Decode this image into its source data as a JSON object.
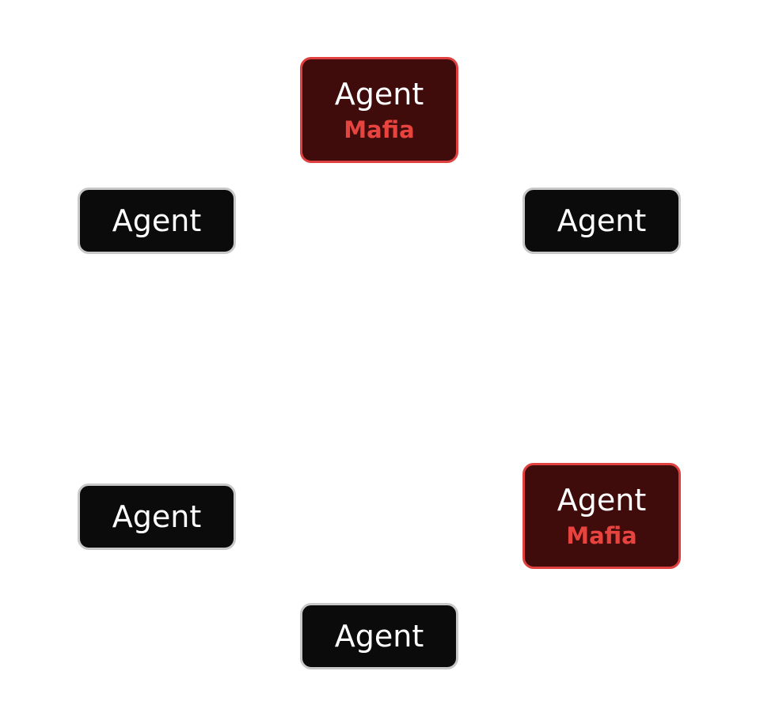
{
  "diagram": {
    "nodes": [
      {
        "id": "top",
        "label": "Agent",
        "role": "Mafia"
      },
      {
        "id": "upper-left",
        "label": "Agent"
      },
      {
        "id": "upper-right",
        "label": "Agent"
      },
      {
        "id": "lower-left",
        "label": "Agent"
      },
      {
        "id": "lower-right",
        "label": "Agent",
        "role": "Mafia"
      },
      {
        "id": "bottom",
        "label": "Agent"
      }
    ],
    "colors": {
      "node_fill": "#0b0b0b",
      "node_border": "#c8c8c8",
      "mafia_fill": "#3f0b0b",
      "mafia_border": "#e0403f",
      "mafia_text": "#e8443f",
      "label_text": "#ffffff"
    }
  }
}
